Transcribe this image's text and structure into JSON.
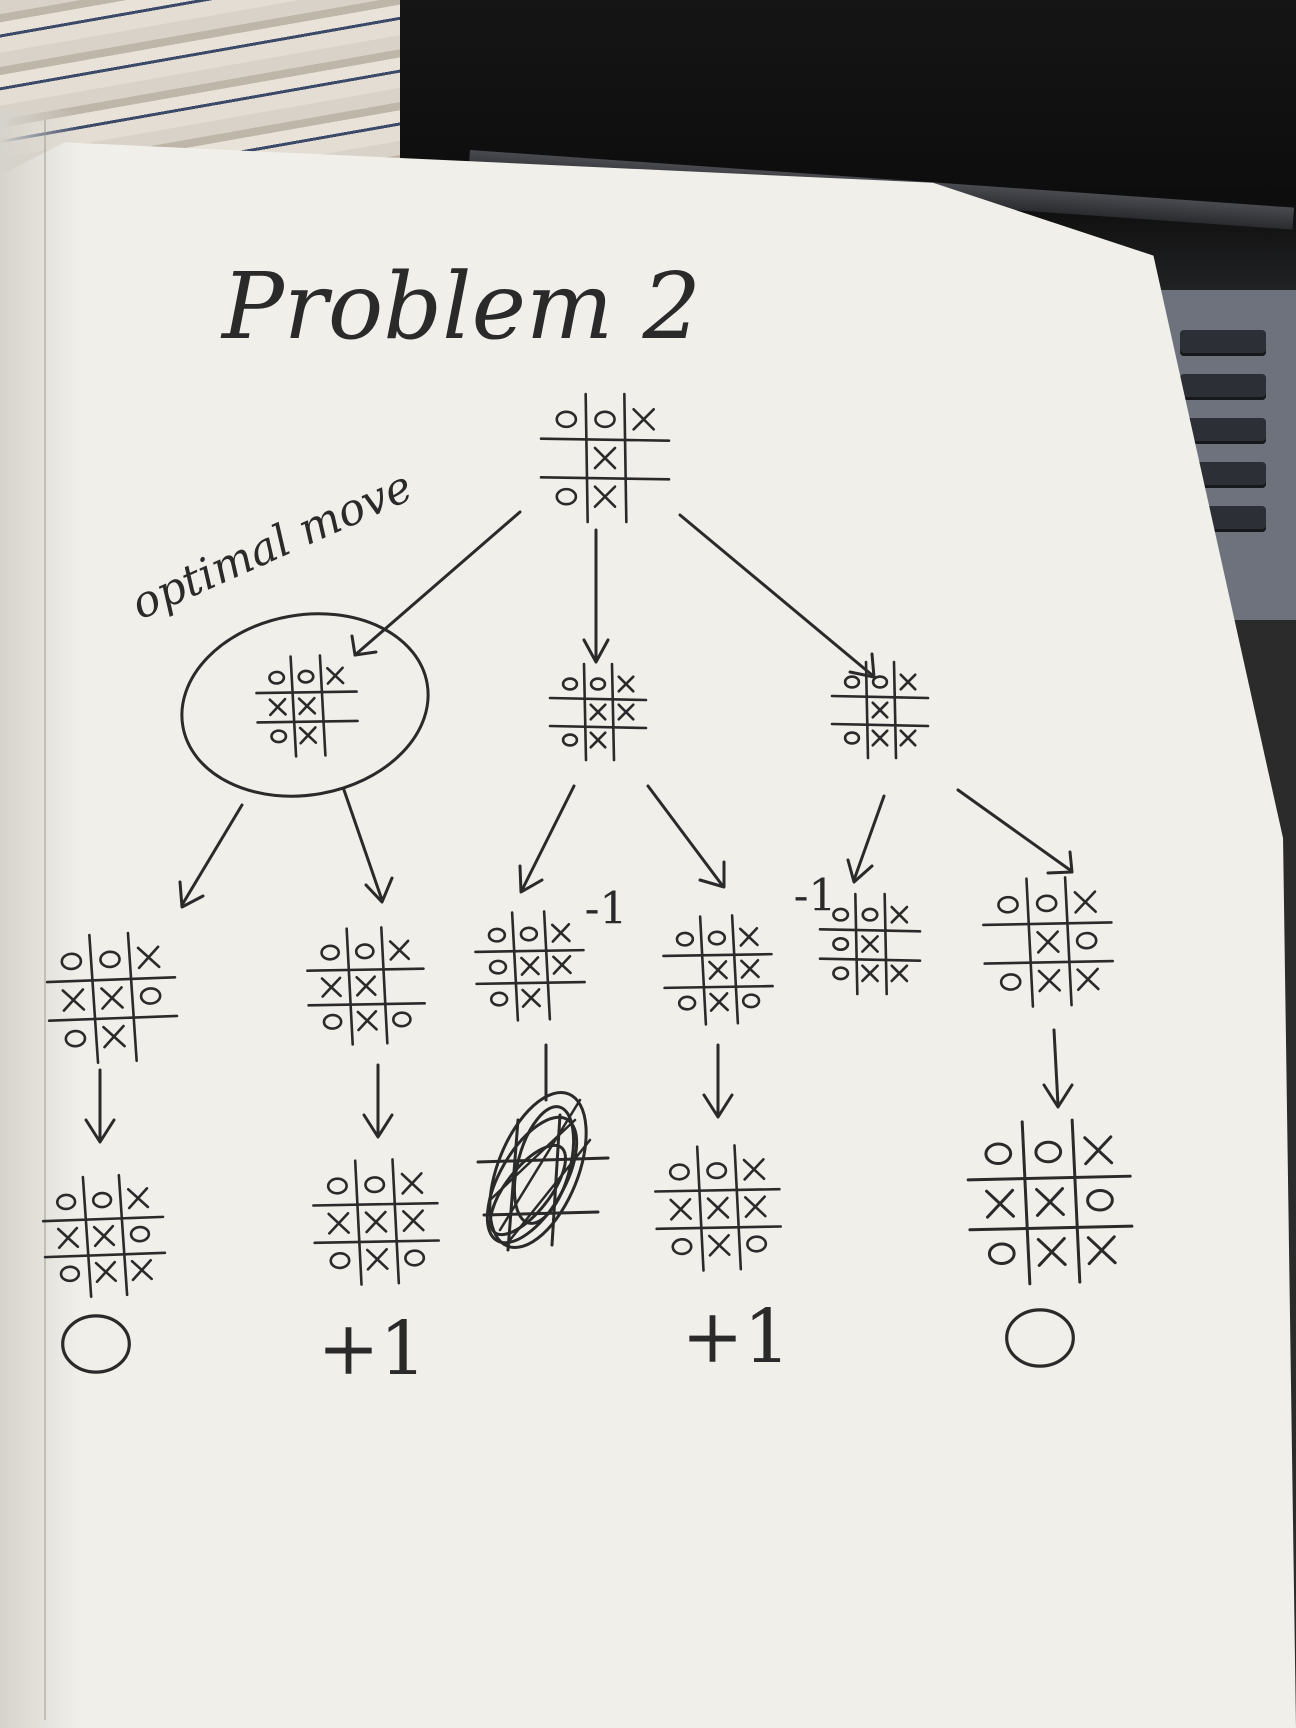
{
  "title": "Problem 2",
  "optimal_label": "optimal move",
  "root_board": [
    "O",
    "O",
    "X",
    "",
    "X",
    "",
    "O",
    "X",
    ""
  ],
  "level1": [
    {
      "board": [
        "O",
        "O",
        "X",
        "X",
        "X",
        "",
        "O",
        "X",
        ""
      ],
      "circled": true
    },
    {
      "board": [
        "O",
        "O",
        "X",
        "",
        "X",
        "X",
        "O",
        "X",
        ""
      ],
      "circled": false
    },
    {
      "board": [
        "O",
        "O",
        "X",
        "",
        "X",
        "",
        "O",
        "X",
        "X"
      ],
      "circled": false
    }
  ],
  "level2": [
    {
      "board": [
        "O",
        "O",
        "X",
        "X",
        "X",
        "O",
        "O",
        "X",
        ""
      ],
      "score": ""
    },
    {
      "board": [
        "O",
        "O",
        "X",
        "X",
        "X",
        "",
        "O",
        "X",
        "O"
      ],
      "score": ""
    },
    {
      "board": [
        "O",
        "O",
        "X",
        "O",
        "X",
        "X",
        "O",
        "X",
        ""
      ],
      "score": "-1"
    },
    {
      "board": [
        "O",
        "O",
        "X",
        "",
        "X",
        "X",
        "O",
        "X",
        "O"
      ],
      "score": ""
    },
    {
      "board": [
        "O",
        "O",
        "X",
        "O",
        "X",
        "",
        "O",
        "X",
        "X"
      ],
      "score": "-1"
    },
    {
      "board": [
        "O",
        "O",
        "X",
        "",
        "X",
        "O",
        "O",
        "X",
        "X"
      ],
      "score": ""
    }
  ],
  "level3": [
    {
      "board": [
        "O",
        "O",
        "X",
        "X",
        "X",
        "O",
        "O",
        "X",
        "X"
      ],
      "score": "0",
      "scribbled": false
    },
    {
      "board": [
        "O",
        "O",
        "X",
        "X",
        "X",
        "X",
        "O",
        "X",
        "O"
      ],
      "score": "+1",
      "scribbled": false
    },
    {
      "board": [
        "",
        "",
        "",
        "",
        "",
        "",
        "",
        "",
        ""
      ],
      "score": "",
      "scribbled": true
    },
    {
      "board": [
        "O",
        "O",
        "X",
        "X",
        "X",
        "X",
        "O",
        "X",
        "O"
      ],
      "score": "+1",
      "scribbled": false
    },
    {
      "board": [
        "O",
        "O",
        "X",
        "X",
        "X",
        "O",
        "O",
        "X",
        "X"
      ],
      "score": "0",
      "scribbled": false
    }
  ],
  "colors": {
    "ink": "#2a2a2a",
    "paper": "#f1efea"
  }
}
